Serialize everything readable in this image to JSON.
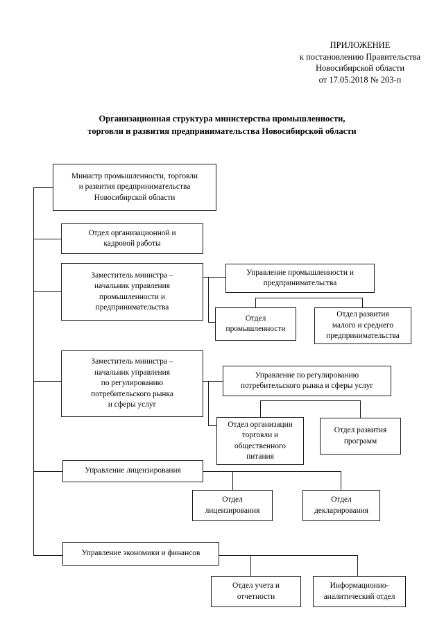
{
  "document": {
    "header_lines": [
      "ПРИЛОЖЕНИЕ",
      "к постановлению Правительства",
      "Новосибирской области",
      "от 17.05.2018  № 203-п"
    ],
    "title_line1": "Организационная структура министерства промышленности,",
    "title_line2": "торговли и развития предпринимательства Новосибирской области"
  },
  "colors": {
    "box_border": "#1a1a1a",
    "line": "#1a1a1a",
    "text": "#000000",
    "background": "#ffffff"
  },
  "chart_data": {
    "type": "diagram",
    "title": "Организационная структура министерства промышленности, торговли и развития предпринимательства Новосибирской области",
    "orientation": "vertical-spine-tree",
    "nodes": [
      {
        "id": "minister",
        "level": 0,
        "label": "Министр промышленности, торговли и развития предпринимательства Новосибирской области"
      },
      {
        "id": "hr-dept",
        "level": 1,
        "label": "Отдел организационной и кадровой работы"
      },
      {
        "id": "deputy-industry",
        "level": 1,
        "label": "Заместитель министра – начальник управления промышленности и предпринимательства"
      },
      {
        "id": "dir-industry",
        "level": 2,
        "label": "Управление промышленности и предпринимательства"
      },
      {
        "id": "dept-industry",
        "level": 3,
        "label": "Отдел промышленности"
      },
      {
        "id": "dept-sme",
        "level": 3,
        "label": "Отдел развития малого и среднего предпринимательства"
      },
      {
        "id": "deputy-market",
        "level": 1,
        "label": "Заместитель министра – начальник управления по регулированию потребительского рынка и сферы  услуг"
      },
      {
        "id": "dir-market",
        "level": 2,
        "label": "Управление по регулированию потребительского рынка и сферы услуг"
      },
      {
        "id": "dept-trade",
        "level": 3,
        "label": "Отдел организации торговли и общественного питания"
      },
      {
        "id": "dept-programs",
        "level": 3,
        "label": "Отдел развития программ"
      },
      {
        "id": "dir-licensing",
        "level": 1,
        "label": "Управление лицензирования"
      },
      {
        "id": "dept-licensing",
        "level": 2,
        "label": "Отдел лицензирования"
      },
      {
        "id": "dept-declaration",
        "level": 2,
        "label": "Отдел декларирования"
      },
      {
        "id": "dir-economics",
        "level": 1,
        "label": "Управление экономики и финансов"
      },
      {
        "id": "dept-accounting",
        "level": 2,
        "label": "Отдел учета и отчетности"
      },
      {
        "id": "dept-infoanalytic",
        "level": 2,
        "label": "Информационно-аналитический отдел"
      }
    ],
    "edges": [
      {
        "from": "minister",
        "to": "hr-dept"
      },
      {
        "from": "minister",
        "to": "deputy-industry"
      },
      {
        "from": "minister",
        "to": "deputy-market"
      },
      {
        "from": "minister",
        "to": "dir-licensing"
      },
      {
        "from": "minister",
        "to": "dir-economics"
      },
      {
        "from": "deputy-industry",
        "to": "dir-industry"
      },
      {
        "from": "deputy-industry",
        "to": "dept-industry"
      },
      {
        "from": "dir-industry",
        "to": "dept-industry"
      },
      {
        "from": "dir-industry",
        "to": "dept-sme"
      },
      {
        "from": "deputy-market",
        "to": "dir-market"
      },
      {
        "from": "deputy-market",
        "to": "dept-trade"
      },
      {
        "from": "dir-market",
        "to": "dept-trade"
      },
      {
        "from": "dir-market",
        "to": "dept-programs"
      },
      {
        "from": "dir-licensing",
        "to": "dept-licensing"
      },
      {
        "from": "dir-licensing",
        "to": "dept-declaration"
      },
      {
        "from": "dir-economics",
        "to": "dept-accounting"
      },
      {
        "from": "dir-economics",
        "to": "dept-infoanalytic"
      }
    ]
  },
  "boxes": {
    "minister": {
      "lines": [
        "Министр промышленности, торговли",
        "и развития предпринимательства",
        "Новосибирской области"
      ]
    },
    "hr_dept": {
      "lines": [
        "Отдел организационной и",
        "кадровой работы"
      ]
    },
    "deputy_industry": {
      "lines": [
        "Заместитель министра –",
        "начальник управления",
        "промышленности и",
        "предпринимательства"
      ]
    },
    "dir_industry": {
      "lines": [
        "Управление промышленности и",
        "предпринимательства"
      ]
    },
    "dept_industry": {
      "lines": [
        "Отдел",
        "промышленности"
      ]
    },
    "dept_sme": {
      "lines": [
        "Отдел развития",
        "малого и среднего",
        "предпринимательства"
      ]
    },
    "deputy_market": {
      "lines": [
        "Заместитель министра –",
        "начальник управления",
        "по регулированию",
        "потребительского рынка",
        "и сферы  услуг"
      ]
    },
    "dir_market": {
      "lines": [
        "Управление по регулированию",
        "потребительского рынка и сферы услуг"
      ]
    },
    "dept_trade": {
      "lines": [
        "Отдел организации",
        "торговли и",
        "общественного",
        "питания"
      ]
    },
    "dept_programs": {
      "lines": [
        "Отдел развития",
        "программ"
      ]
    },
    "dir_licensing": {
      "lines": [
        "Управление лицензирования"
      ]
    },
    "dept_licensing": {
      "lines": [
        "Отдел",
        "лицензирования"
      ]
    },
    "dept_declaration": {
      "lines": [
        "Отдел",
        "декларирования"
      ]
    },
    "dir_economics": {
      "lines": [
        "Управление экономики и финансов"
      ]
    },
    "dept_accounting": {
      "lines": [
        "Отдел учета и",
        "отчетности"
      ]
    },
    "dept_infoanalytic": {
      "lines": [
        "Информационно-",
        "аналитический отдел"
      ]
    }
  }
}
